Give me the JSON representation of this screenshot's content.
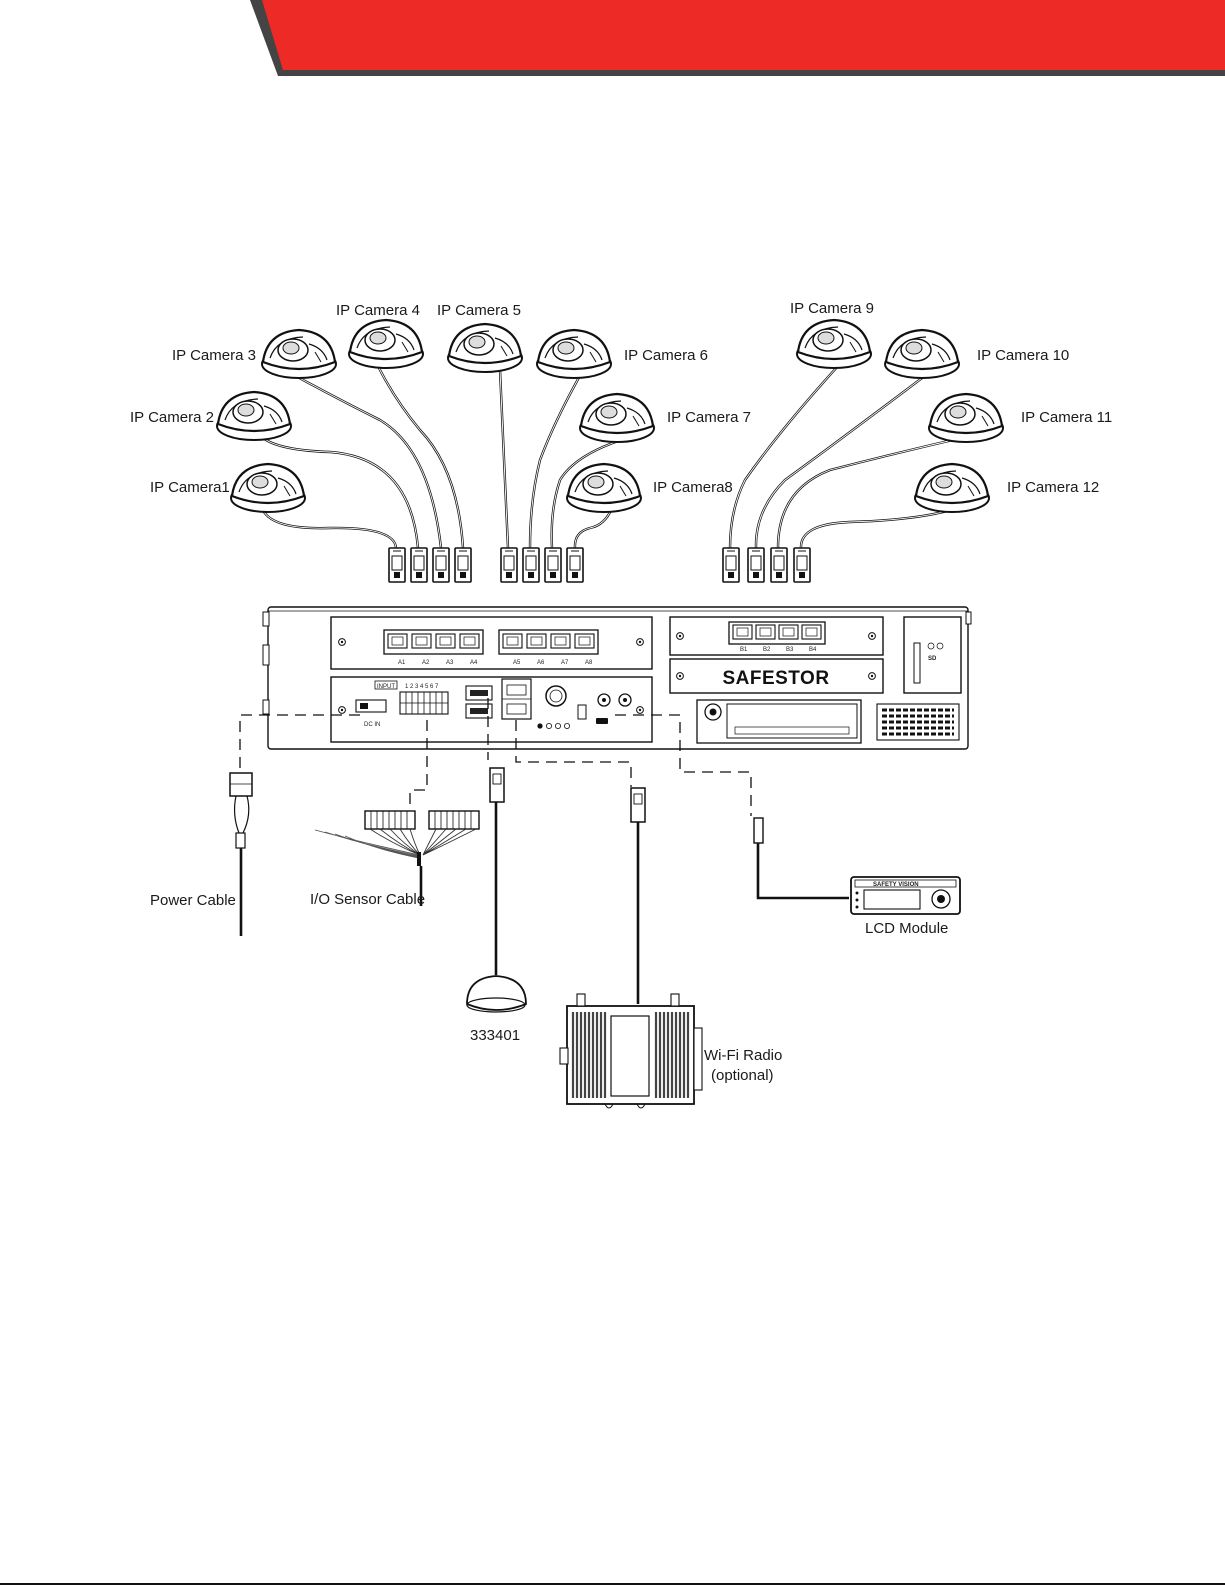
{
  "header": {
    "band_color": "#ee2a26",
    "band_shadow_color": "#444444"
  },
  "cameras": [
    {
      "label": "IP Camera1",
      "port": "A1"
    },
    {
      "label": "IP Camera 2",
      "port": "A2"
    },
    {
      "label": "IP Camera 3",
      "port": "A3"
    },
    {
      "label": "IP Camera 4",
      "port": "A4"
    },
    {
      "label": "IP Camera 5",
      "port": "A5"
    },
    {
      "label": "IP Camera 6",
      "port": "A6"
    },
    {
      "label": "IP Camera 7",
      "port": "A7"
    },
    {
      "label": "IP Camera8",
      "port": "A8"
    },
    {
      "label": "IP Camera 9",
      "port": "B1"
    },
    {
      "label": "IP Camera 10",
      "port": "B2"
    },
    {
      "label": "IP Camera 11",
      "port": "B3"
    },
    {
      "label": "IP Camera 12",
      "port": "B4"
    }
  ],
  "dvr": {
    "brand": "SAFESTOR",
    "input_label": "INPUT",
    "input_numbers": "1 2 3 4 5 6 7",
    "dc_in_label": "DC IN",
    "sd_label": "SD"
  },
  "peripherals": {
    "power_cable": "Power Cable",
    "io_sensor_cable": "I/O Sensor Cable",
    "gps_part": "333401",
    "wifi_radio_line1": "Wi-Fi Radio",
    "wifi_radio_line2": "(optional)",
    "lcd_module": "LCD Module",
    "lcd_brand": "SAFETY VISION"
  }
}
